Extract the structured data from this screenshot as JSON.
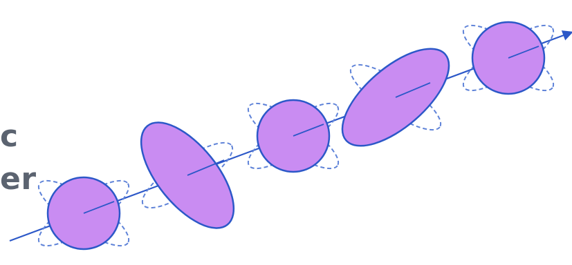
{
  "text_fragments": {
    "top": "c",
    "bottom": "er"
  },
  "colors": {
    "fill": "#c98cf2",
    "stroke": "#2c58c8",
    "dash": "#5f83d8",
    "axis": "#2c58c8",
    "text": "#5b6370"
  },
  "diagram": {
    "elements": [
      {
        "id": "ellipse-1",
        "kind": "circle"
      },
      {
        "id": "ellipse-2",
        "kind": "ellipse"
      },
      {
        "id": "ellipse-3",
        "kind": "circle"
      },
      {
        "id": "ellipse-4",
        "kind": "ellipse"
      },
      {
        "id": "ellipse-5",
        "kind": "circle"
      }
    ]
  }
}
